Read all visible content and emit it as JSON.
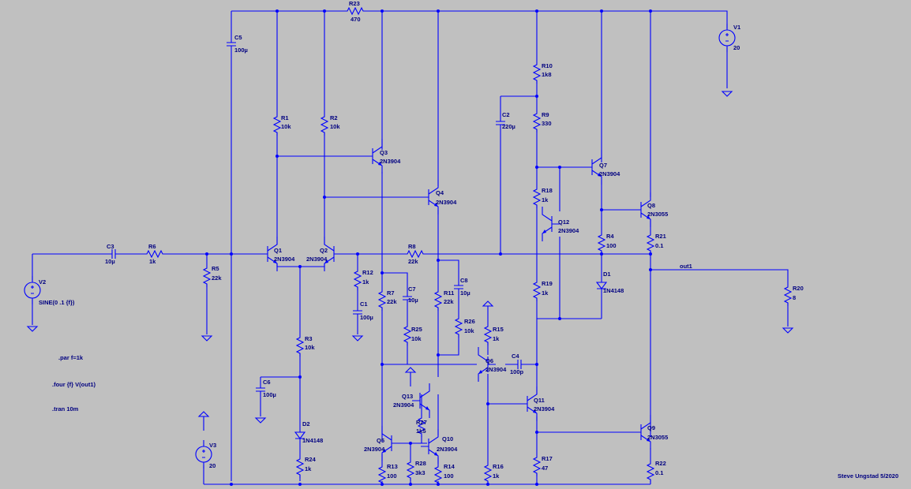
{
  "components": [
    {
      "id": "R23",
      "value": "470"
    },
    {
      "id": "C5",
      "value": "100µ"
    },
    {
      "id": "V1",
      "value": "20"
    },
    {
      "id": "R10",
      "value": "1k8"
    },
    {
      "id": "R9",
      "value": "330"
    },
    {
      "id": "C2",
      "value": "220µ"
    },
    {
      "id": "R1",
      "value": "10k"
    },
    {
      "id": "R2",
      "value": "10k"
    },
    {
      "id": "Q3",
      "value": "2N3904"
    },
    {
      "id": "Q4",
      "value": "2N3904"
    },
    {
      "id": "Q7",
      "value": "2N3904"
    },
    {
      "id": "R18",
      "value": "1k"
    },
    {
      "id": "Q12",
      "value": "2N3904"
    },
    {
      "id": "Q8",
      "value": "2N3055"
    },
    {
      "id": "R4",
      "value": "100"
    },
    {
      "id": "R21",
      "value": "0.1"
    },
    {
      "id": "V2",
      "value": "SINE(0 .1 {f})"
    },
    {
      "id": "C3",
      "value": "10µ"
    },
    {
      "id": "R6",
      "value": "1k"
    },
    {
      "id": "R5",
      "value": "22k"
    },
    {
      "id": "Q1",
      "value": "2N3904"
    },
    {
      "id": "Q2",
      "value": "2N3904"
    },
    {
      "id": "R8",
      "value": "22k"
    },
    {
      "id": "R12",
      "value": "1k"
    },
    {
      "id": "C1",
      "value": "100µ"
    },
    {
      "id": "R7",
      "value": "22k"
    },
    {
      "id": "C7",
      "value": "10µ"
    },
    {
      "id": "R11",
      "value": "22k"
    },
    {
      "id": "C8",
      "value": "10µ"
    },
    {
      "id": "D1",
      "value": "1N4148"
    },
    {
      "id": "R19",
      "value": "1k"
    },
    {
      "id": "R20",
      "value": "8"
    },
    {
      "id": "R25",
      "value": "10k"
    },
    {
      "id": "R26",
      "value": "10k"
    },
    {
      "id": "R15",
      "value": "1k"
    },
    {
      "id": "R3",
      "value": "10k"
    },
    {
      "id": "Q6",
      "value": "2N3904"
    },
    {
      "id": "C4",
      "value": "100p"
    },
    {
      "id": "C6",
      "value": "100µ"
    },
    {
      "id": "Q13",
      "value": "2N3904"
    },
    {
      "id": "Q11",
      "value": "2N3904"
    },
    {
      "id": "D2",
      "value": "1N4148"
    },
    {
      "id": "R27",
      "value": "1k5"
    },
    {
      "id": "Q5",
      "value": "2N3904"
    },
    {
      "id": "Q10",
      "value": "2N3904"
    },
    {
      "id": "Q9",
      "value": "2N3055"
    },
    {
      "id": "V3",
      "value": "20"
    },
    {
      "id": "R24",
      "value": "1k"
    },
    {
      "id": "R13",
      "value": "100"
    },
    {
      "id": "R28",
      "value": "3k3"
    },
    {
      "id": "R14",
      "value": "100"
    },
    {
      "id": "R16",
      "value": "1k"
    },
    {
      "id": "R17",
      "value": "47"
    },
    {
      "id": "R22",
      "value": "0.1"
    }
  ],
  "net_labels": {
    "out1": "out1"
  },
  "directives": {
    "param": ".par f=1k",
    "four": ".four {f} V(out1)",
    "tran": ".tran 10m"
  },
  "credit": "Steve Ungstad 5/2020",
  "colors": {
    "background": "#c0c0c0",
    "wire": "#0000ff",
    "text": "#000080"
  }
}
